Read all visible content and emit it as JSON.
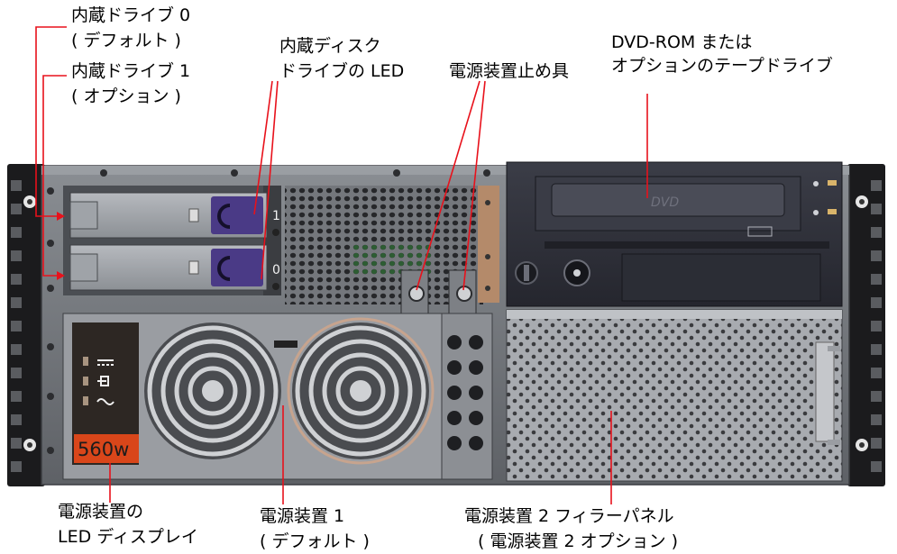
{
  "colors": {
    "callout": "#e8111b",
    "psu_badge": "#d9461a",
    "psu_panel": "#2d2723",
    "chassis": "#6f7378",
    "dvd_face": "#2d2f38",
    "drive_handle": "#4a3a86"
  },
  "labels": {
    "drive0_line1": "内蔵ドライブ 0",
    "drive0_line2": "( デフォルト )",
    "drive1_line1": "内蔵ドライブ 1",
    "drive1_line2": "( オプション )",
    "drive_led_line1": "内蔵ディスク",
    "drive_led_line2": "ドライブの LED",
    "psu_latch": "電源装置止め具",
    "dvd_line1": "DVD-ROM または",
    "dvd_line2": "オプションのテープドライブ",
    "psu_led_line1": "電源装置の",
    "psu_led_line2": "LED ディスプレイ",
    "psu1_line1": "電源装置 1",
    "psu1_line2": "( デフォルト )",
    "filler_line1": "電源装置 2 フィラーパネル",
    "filler_line2": "( 電源装置 2 オプション )"
  },
  "device": {
    "psu_badge_text": "560w",
    "bay_numbers": [
      "1",
      "0"
    ],
    "dvd_logo": "DVD"
  }
}
